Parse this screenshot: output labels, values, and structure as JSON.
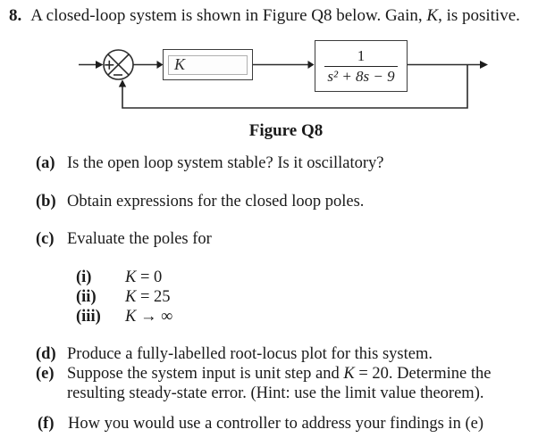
{
  "question": {
    "number": "8.",
    "title_pre": "A closed-loop system is shown in Figure Q8 below. Gain, ",
    "title_k": "K",
    "title_post": ", is positive."
  },
  "diagram": {
    "summing_plus": "+",
    "summing_minus": "−",
    "gain_label": "K",
    "tf_numerator": "1",
    "tf_denominator": "s² + 8s − 9",
    "caption": "Figure Q8"
  },
  "items": [
    {
      "label": "(a)",
      "text": "Is the open loop system stable? Is it oscillatory?"
    },
    {
      "label": "(b)",
      "text": "Obtain expressions for the closed loop poles."
    },
    {
      "label": "(c)",
      "text": "Evaluate the poles for"
    },
    {
      "label": "(d)",
      "text": "Produce a fully-labelled root-locus plot for this system."
    },
    {
      "label": "(e)",
      "pre": "Suppose the system input is unit step and ",
      "k": "K",
      "mid": " = 20. Determine the",
      "line2": "resulting steady-state error. (Hint: use the limit value theorem)."
    },
    {
      "label": "(f)",
      "text": "How you would use a controller to address your findings in (e)"
    }
  ],
  "subitems": [
    {
      "label": "(i)",
      "k": "K",
      "value": " = 0"
    },
    {
      "label": "(ii)",
      "k": "K",
      "value": " = 25"
    },
    {
      "label": "(iii)",
      "k": "K",
      "value": " → ∞"
    }
  ]
}
